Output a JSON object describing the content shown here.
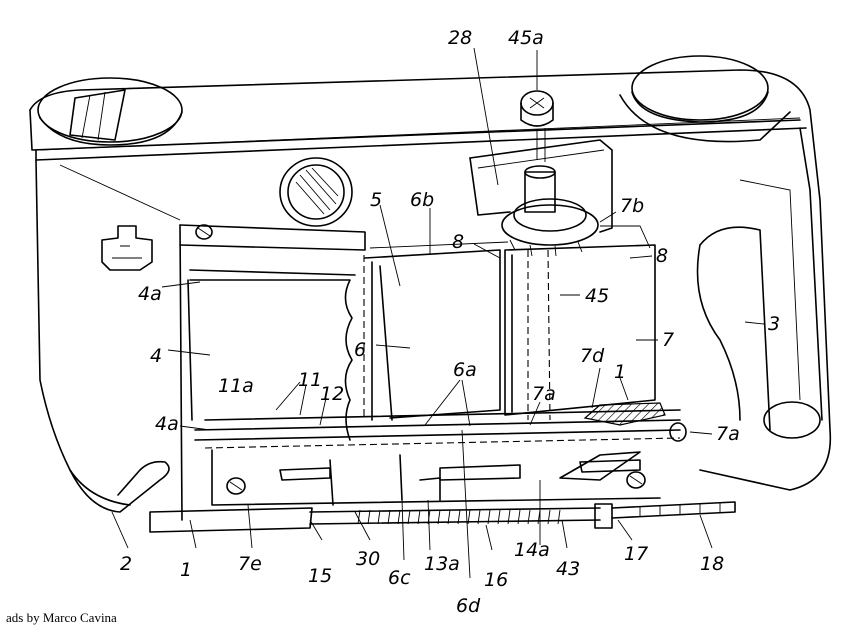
{
  "labels": {
    "l28": "28",
    "l45a": "45a",
    "l5": "5",
    "l6b": "6b",
    "l7b": "7b",
    "l8a": "8",
    "l8b": "8",
    "l3": "3",
    "l4a_top": "4a",
    "l45": "45",
    "l7": "7",
    "l4": "4",
    "l6": "6",
    "l7d": "7d",
    "l1_right": "1",
    "l11a": "11a",
    "l11": "11",
    "l12": "12",
    "l6a": "6a",
    "l7a_mid": "7a",
    "l4a_low": "4a",
    "l7a_right": "7a",
    "l2": "2",
    "l1_left": "1",
    "l7e": "7e",
    "l15": "15",
    "l30": "30",
    "l6c": "6c",
    "l13a": "13a",
    "l16": "16",
    "l14a": "14a",
    "l43": "43",
    "l17": "17",
    "l18": "18",
    "l6d": "6d"
  },
  "credit": "ads by Marco Cavina"
}
